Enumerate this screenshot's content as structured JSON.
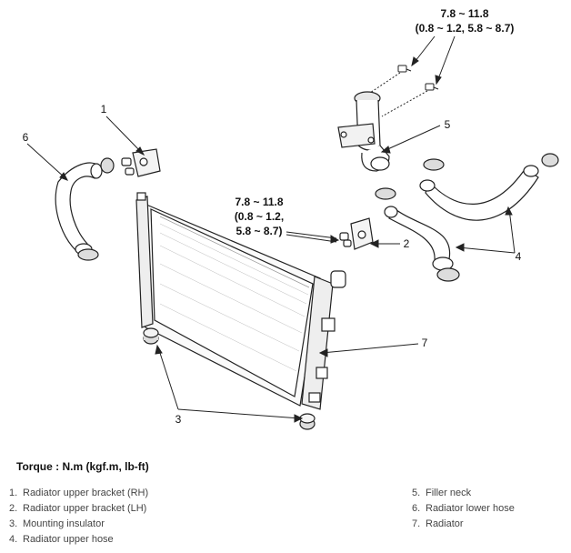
{
  "callouts": {
    "c1": "1",
    "c2": "2",
    "c3": "3",
    "c4": "4",
    "c5": "5",
    "c6": "6",
    "c7": "7"
  },
  "torque_top": {
    "line1": "7.8 ~ 11.8",
    "line2": "(0.8 ~ 1.2, 5.8 ~ 8.7)"
  },
  "torque_mid": {
    "line1": "7.8 ~ 11.8",
    "line2": "(0.8 ~ 1.2,",
    "line3": "5.8 ~ 8.7)"
  },
  "torque_title": "Torque : N.m (kgf.m, lb-ft)",
  "legend_left": [
    {
      "num": "1.",
      "label": "Radiator upper bracket (RH)"
    },
    {
      "num": "2.",
      "label": "Radiator upper bracket (LH)"
    },
    {
      "num": "3.",
      "label": "Mounting insulator"
    },
    {
      "num": "4.",
      "label": "Radiator upper hose"
    }
  ],
  "legend_right": [
    {
      "num": "5.",
      "label": "Filler neck"
    },
    {
      "num": "6.",
      "label": "Radiator lower hose"
    },
    {
      "num": "7.",
      "label": "Radiator"
    }
  ]
}
